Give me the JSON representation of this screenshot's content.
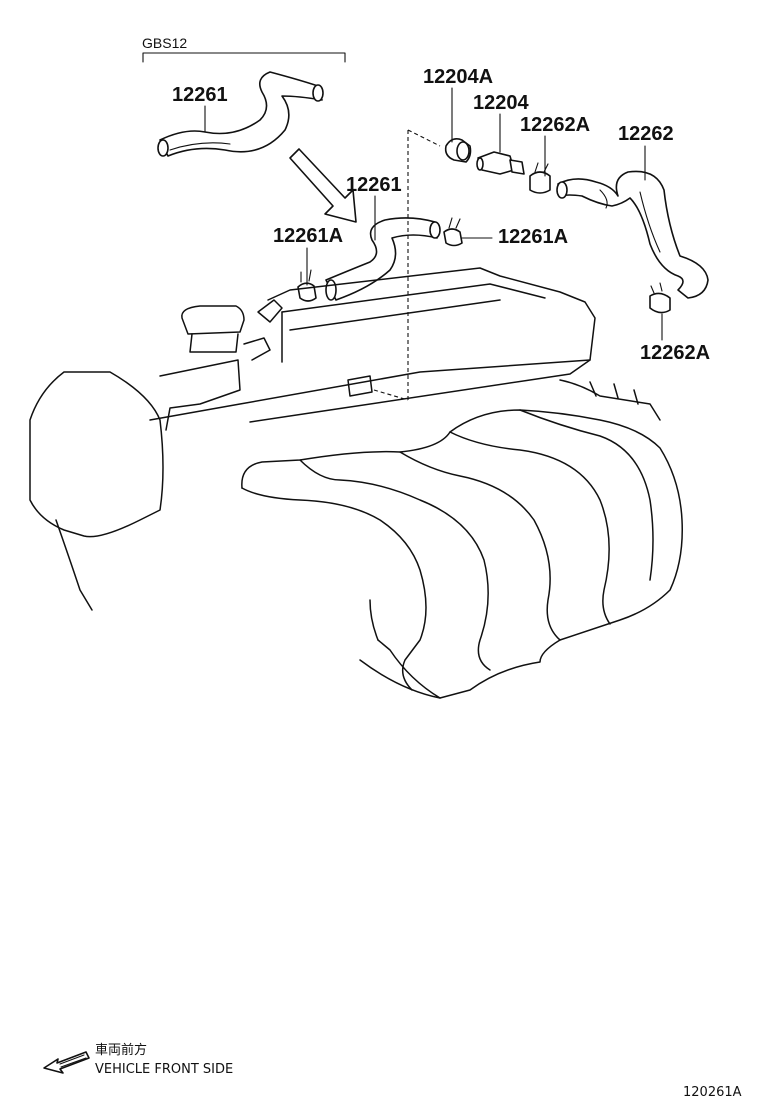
{
  "group_code": "GBS12",
  "labels": {
    "hose_left_top": "12261",
    "hose_center": "12261",
    "clamp_left": "12261A",
    "clamp_center": "12261A",
    "grommet": "12204A",
    "pcv_valve": "12204",
    "clamp_right_top": "12262A",
    "hose_right": "12262",
    "clamp_right_bottom": "12262A"
  },
  "footer": {
    "direction_jp": "車両前方",
    "direction_en": "VEHICLE FRONT SIDE",
    "figure_id": "120261A"
  }
}
